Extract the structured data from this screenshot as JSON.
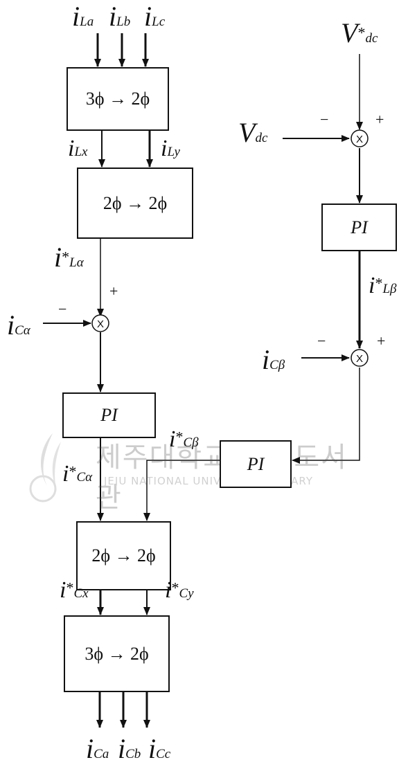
{
  "blocks": {
    "transform_3to2_top": "3ϕ → 2ϕ",
    "transform_2to2_top": "2ϕ → 2ϕ",
    "pi_left": "PI",
    "pi_right_upper": "PI",
    "pi_right_lower": "PI",
    "transform_2to2_bottom": "2ϕ → 2ϕ",
    "transform_3to2_bottom": "3ϕ → 2ϕ"
  },
  "signals": {
    "i_La": {
      "base": "i",
      "sub": "La"
    },
    "i_Lb": {
      "base": "i",
      "sub": "Lb"
    },
    "i_Lc": {
      "base": "i",
      "sub": "Lc"
    },
    "i_Lx": {
      "base": "i",
      "sub": "Lx"
    },
    "i_Ly": {
      "base": "i",
      "sub": "Ly"
    },
    "i_La_ref": {
      "base": "i",
      "sup": "*",
      "sub": "Lα"
    },
    "i_Calpha": {
      "base": "i",
      "sub": "Cα"
    },
    "i_Ca_ref": {
      "base": "i",
      "sup": "*",
      "sub": "Cα"
    },
    "i_Cbeta_ref": {
      "base": "i",
      "sup": "*",
      "sub": "Cβ"
    },
    "i_Cx_ref": {
      "base": "i",
      "sup": "*",
      "sub": "Cx"
    },
    "i_Cy_ref": {
      "base": "i",
      "sup": "*",
      "sub": "Cy"
    },
    "i_Ca": {
      "base": "i",
      "sub": "Ca"
    },
    "i_Cb": {
      "base": "i",
      "sub": "Cb"
    },
    "i_Cc": {
      "base": "i",
      "sub": "Cc"
    },
    "V_dc_ref": {
      "base": "V",
      "sup": "*",
      "sub": "dc"
    },
    "V_dc": {
      "base": "V",
      "sub": "dc"
    },
    "i_Lbeta_ref": {
      "base": "i",
      "sup": "*",
      "sub": "Lβ"
    },
    "i_Cbeta": {
      "base": "i",
      "sub": "Cβ"
    }
  },
  "signs": {
    "plus": "+",
    "minus": "−"
  },
  "summing_junction_symbol": "X",
  "watermark": {
    "korean": "제주대학교 중앙도서관",
    "english": "JEJU NATIONAL UNIVERSITY LIBRARY"
  }
}
